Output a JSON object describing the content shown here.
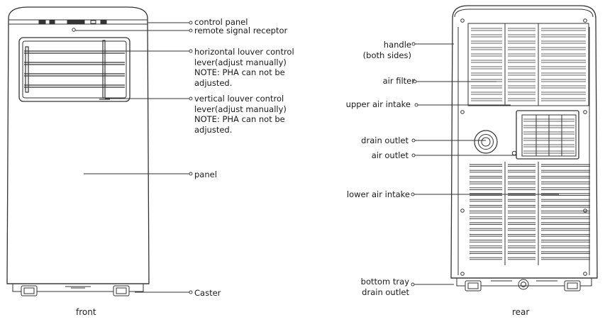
{
  "front": {
    "caption": "front",
    "labels": {
      "control_panel": "control panel",
      "remote_receptor": "remote signal receptor",
      "horizontal_louver": [
        "horizontal louver control",
        "lever(adjust manually)",
        "NOTE: PHA can not be",
        "adjusted."
      ],
      "vertical_louver": [
        "vertical louver control",
        "lever(adjust manually)",
        "NOTE: PHA can not be",
        "adjusted."
      ],
      "panel": "panel",
      "caster": "Caster"
    }
  },
  "rear": {
    "caption": "rear",
    "labels": {
      "handle": [
        "handle",
        "(both sides)"
      ],
      "air_filter": "air filter",
      "upper_air_intake": "upper air intake",
      "drain_outlet": "drain outlet",
      "air_outlet": "air outlet",
      "lower_air_intake": "lower air intake",
      "bottom_tray": [
        "bottom tray",
        "drain outlet"
      ]
    }
  }
}
